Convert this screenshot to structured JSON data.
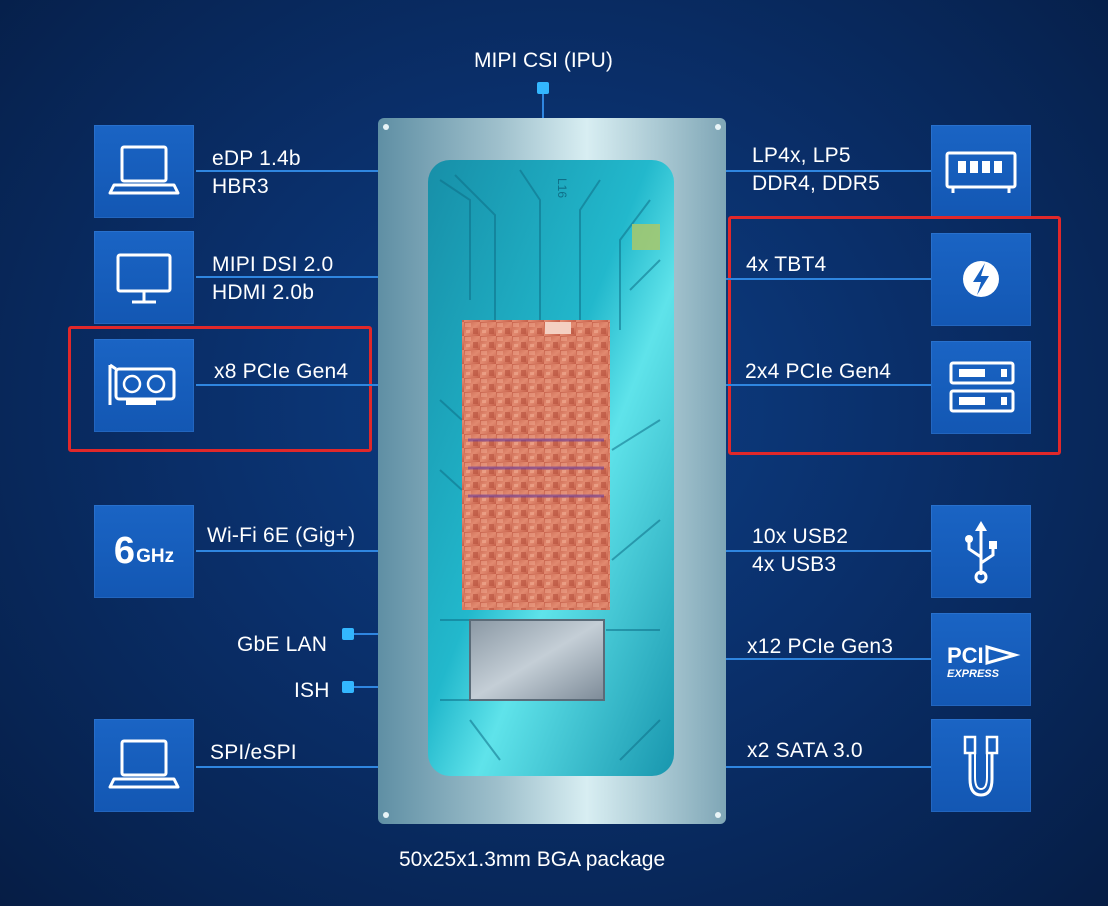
{
  "top_label": "MIPI CSI (IPU)",
  "bottom_label": "50x25x1.3mm BGA package",
  "die_marking": "L16",
  "left": {
    "edp": [
      "eDP 1.4b",
      "HBR3"
    ],
    "dsi": [
      "MIPI DSI 2.0",
      "HDMI 2.0b"
    ],
    "pcie_gen4": "x8 PCIe Gen4",
    "wifi": "Wi-Fi 6E (Gig+)",
    "wifi_icon": {
      "big": "6",
      "small": "GHz"
    },
    "gbe": "GbE LAN",
    "ish": "ISH",
    "spi": "SPI/eSPI"
  },
  "right": {
    "memory": [
      "LP4x, LP5",
      "DDR4, DDR5"
    ],
    "tbt": "4x TBT4",
    "pcie_gen4": "2x4 PCIe Gen4",
    "usb": [
      "10x USB2",
      "4x USB3"
    ],
    "pcie_gen3": "x12 PCIe Gen3",
    "pci_icon": {
      "top": "PCI",
      "bottom": "EXPRESS"
    },
    "sata": "x2 SATA 3.0"
  },
  "icons": [
    "laptop-icon",
    "monitor-icon",
    "graphics-card-icon",
    "wifi-6ghz-icon",
    "laptop-icon",
    "memory-module-icon",
    "thunderbolt-icon",
    "nvme-ssd-icon",
    "usb-icon",
    "pci-express-icon",
    "sata-cable-icon"
  ],
  "colors": {
    "background": "#0a2f6a",
    "icon_box": "#1660c0",
    "connector_line": "#2f86e0",
    "highlight_box": "#e0282a",
    "package_substrate": "#1fb5c8",
    "die": "#d9735c"
  }
}
